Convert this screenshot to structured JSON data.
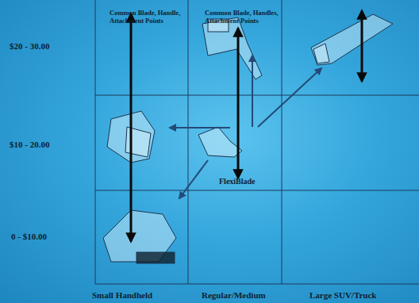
{
  "diagram": {
    "labels": [
      "$20 - 30.00",
      "Common Blade, Handle, Attachment Points",
      "Common Blade, Handles, Attachment Points",
      "$10 - 20.00",
      "FlexiBlade",
      "0 - $10.00",
      "Small Handheld",
      "Regular/Medium",
      "Large SUV/Truck"
    ]
  }
}
